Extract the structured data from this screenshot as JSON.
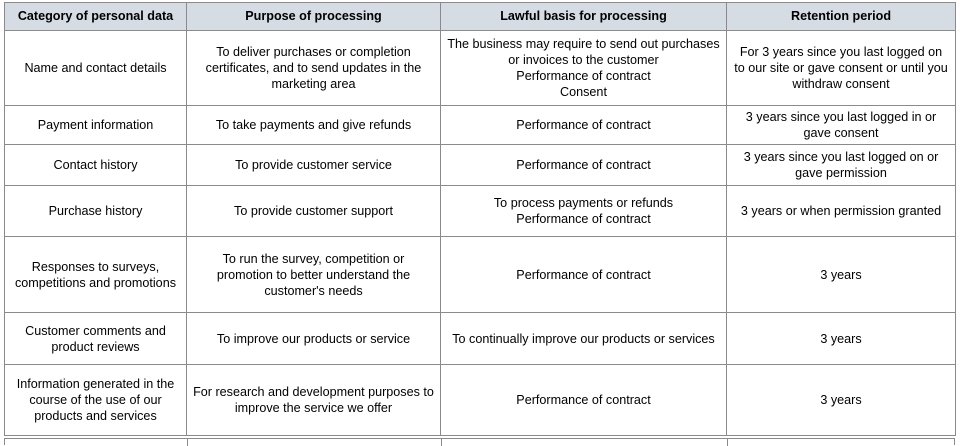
{
  "table": {
    "name": "personal-data-processing-table",
    "header_background": "#d6dce4",
    "border_color": "#8a8a8a",
    "columns": [
      "Category of personal data",
      "Purpose of processing",
      "Lawful basis for processing",
      "Retention period"
    ],
    "rows": [
      {
        "category": "Name and contact details",
        "purpose": "To deliver purchases or completion certificates, and to send updates in the marketing area",
        "lawful_basis_lines": [
          "The business may require to send out purchases or invoices to the customer",
          "Performance of contract",
          "Consent"
        ],
        "retention": "For 3 years since you last logged on to our site or gave consent or until you withdraw consent"
      },
      {
        "category": "Payment information",
        "purpose": "To take payments and give refunds",
        "lawful_basis_lines": [
          "Performance of contract"
        ],
        "retention": "3 years since you last logged in or gave consent"
      },
      {
        "category": "Contact history",
        "purpose": "To provide customer service",
        "lawful_basis_lines": [
          "Performance of contract"
        ],
        "retention": "3 years since you last logged on or gave permission"
      },
      {
        "category": "Purchase history",
        "purpose": "To provide customer support",
        "lawful_basis_lines": [
          "To process payments or refunds",
          "Performance of contract"
        ],
        "retention": "3 years or when permission granted"
      },
      {
        "category": "Responses to surveys, competitions and promotions",
        "purpose": "To run the survey, competition or promotion to better understand the customer's needs",
        "lawful_basis_lines": [
          "Performance of contract"
        ],
        "retention": "3 years"
      },
      {
        "category": "Customer comments and product reviews",
        "purpose": "To improve our products or service",
        "lawful_basis_lines": [
          "To continually improve our products or services"
        ],
        "retention": "3 years"
      },
      {
        "category": "Information generated in the course of the use of our products and services",
        "purpose": "For research and development purposes to improve the service we offer",
        "lawful_basis_lines": [
          "Performance of contract"
        ],
        "retention": "3 years"
      }
    ]
  }
}
